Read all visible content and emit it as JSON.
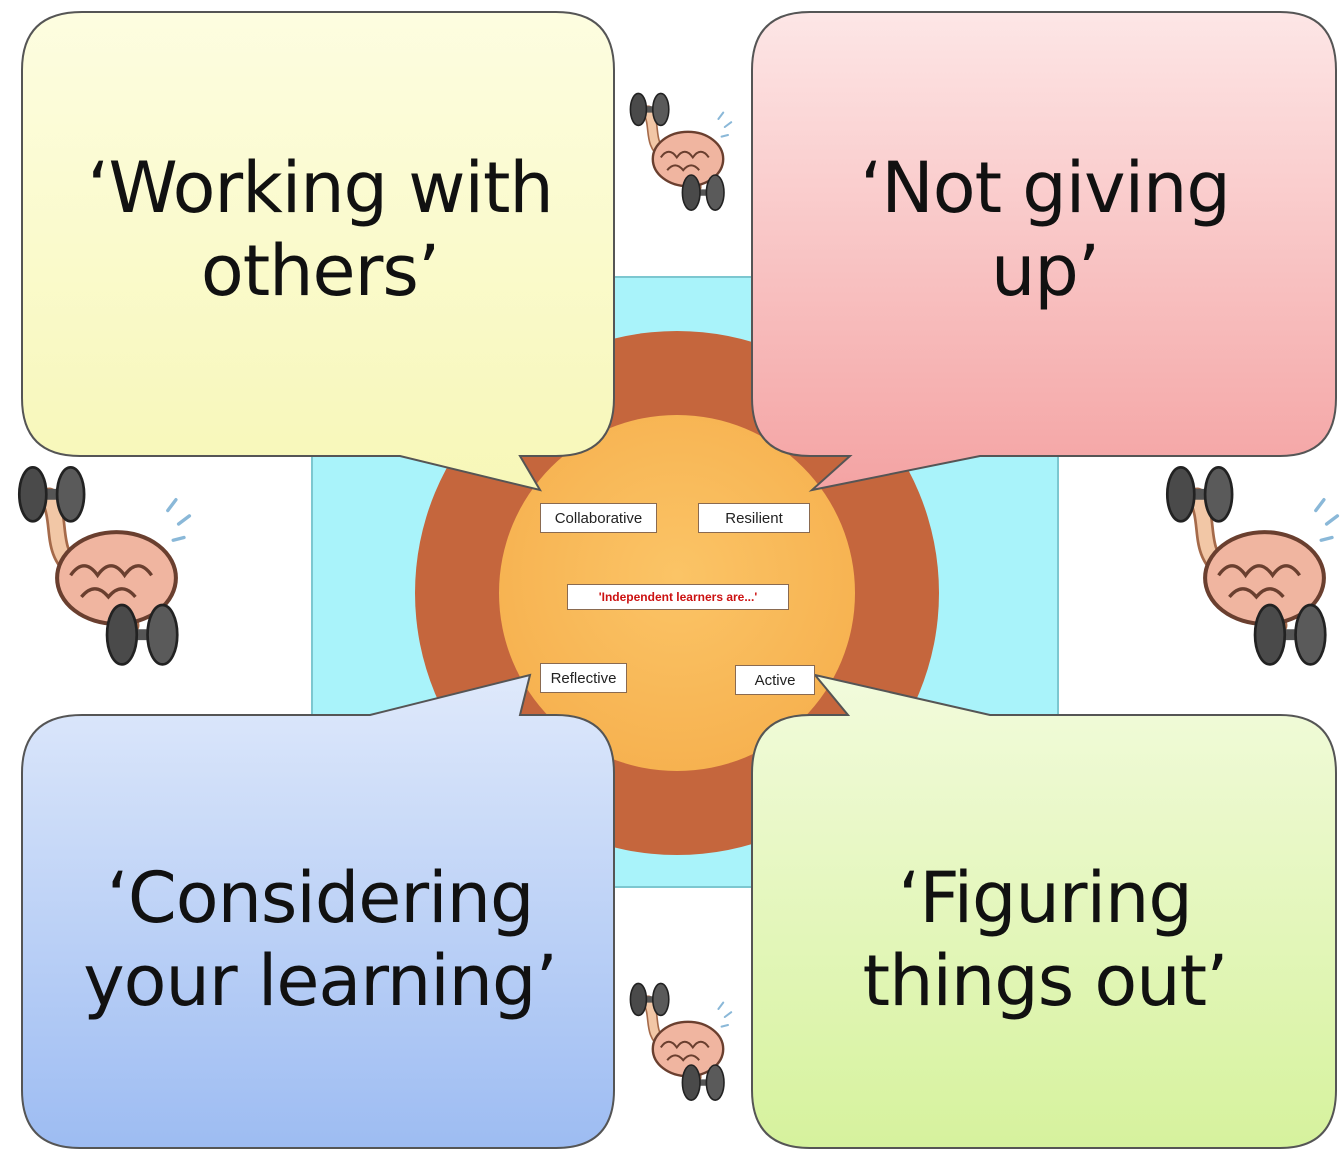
{
  "diagram": {
    "center_label": "'Independent learners are...'",
    "traits": {
      "collaborative": "Collaborative",
      "resilient": "Resilient",
      "reflective": "Reflective",
      "active": "Active"
    },
    "bubbles": {
      "top_left": {
        "line1": "‘Working with",
        "line2": "others’",
        "color": "#fbfbc8"
      },
      "top_right": {
        "line1": "‘Not giving",
        "line2": "up’",
        "color": "#f7b3b3"
      },
      "bottom_left": {
        "line1": "‘Considering",
        "line2": "your learning’",
        "color": "#b7cff7"
      },
      "bottom_right": {
        "line1": "‘Figuring",
        "line2": "things out’",
        "color": "#e3f7bd"
      }
    },
    "decoration": {
      "icon": "brain-lifting-dumbbells-icon"
    }
  }
}
